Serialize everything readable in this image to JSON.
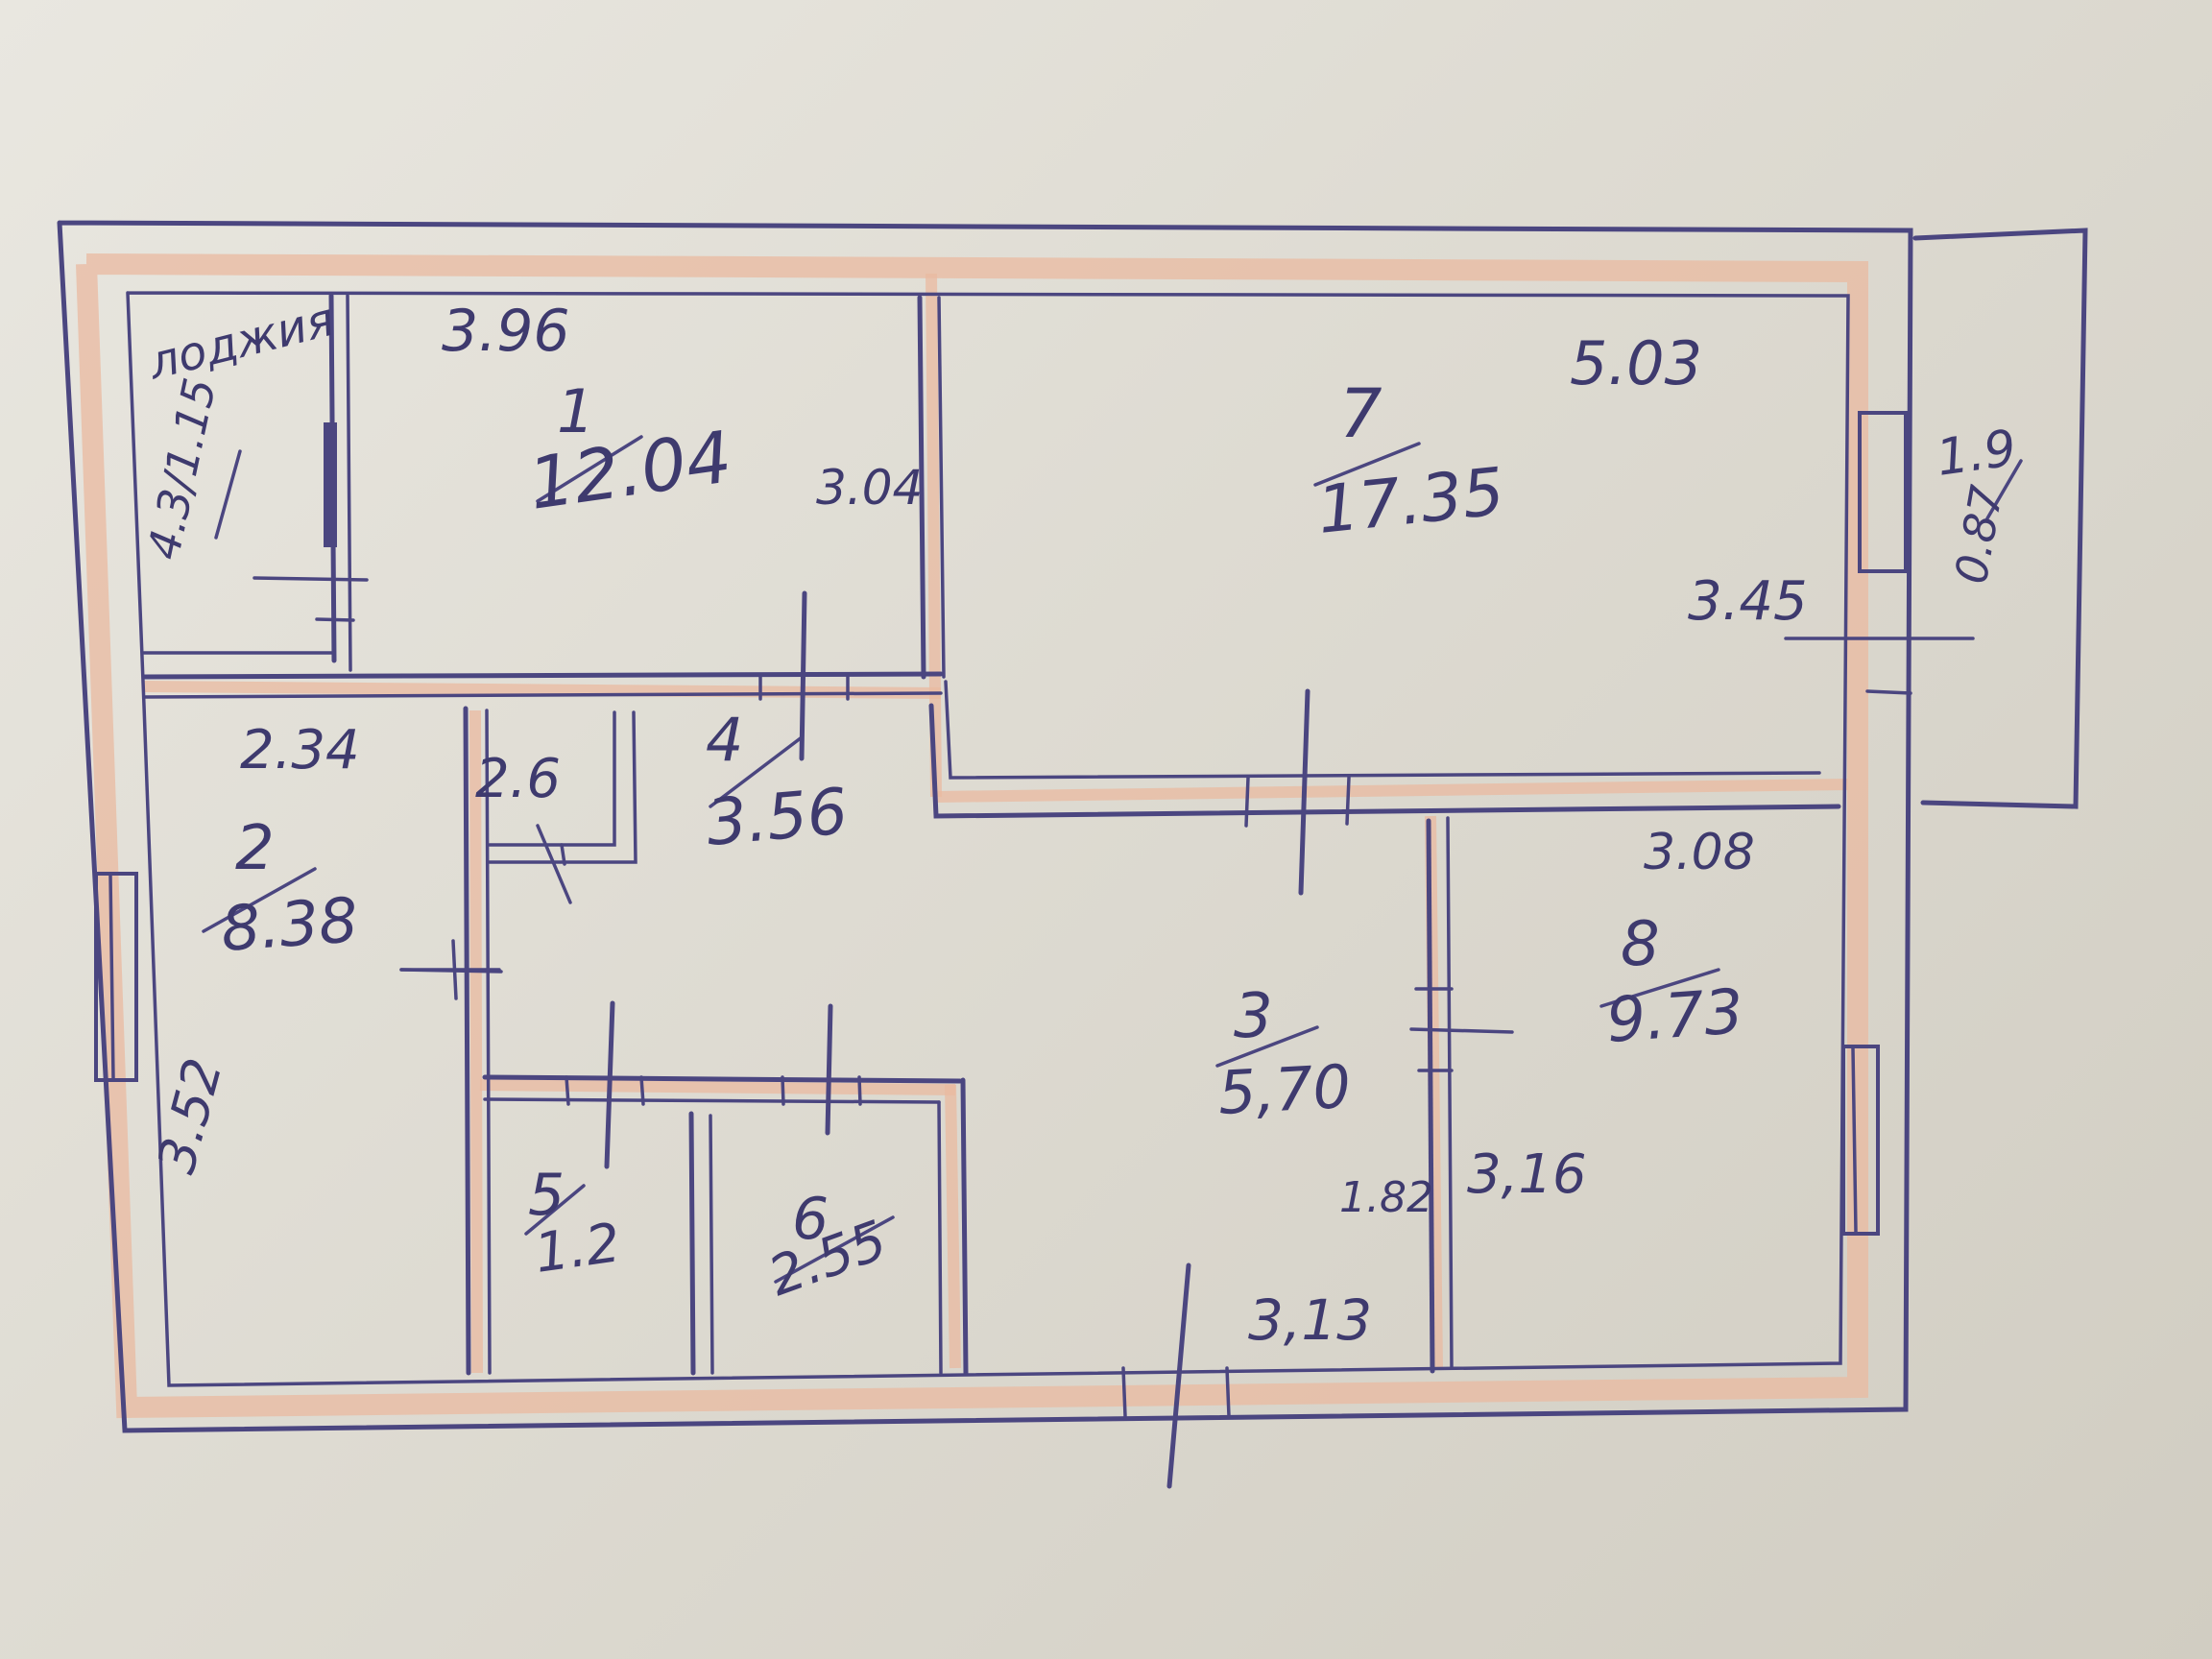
{
  "colors": {
    "ink": "#4b4680",
    "text": "#3e3a6e",
    "wall_tint": "#e9b9a0",
    "paper": "#e6e3dc"
  },
  "rooms": {
    "r1": {
      "num": "1",
      "area": "12.04"
    },
    "r2": {
      "num": "2",
      "area": "8.38"
    },
    "r3": {
      "num": "3",
      "area": "5,70"
    },
    "r4": {
      "num": "4",
      "area": "3.56"
    },
    "r5": {
      "num": "5",
      "area": "1.2"
    },
    "r6": {
      "num": "6",
      "area": "2.55"
    },
    "r7": {
      "num": "7",
      "area": "17.35"
    },
    "r8": {
      "num": "8",
      "area": "9.73"
    },
    "loggia": {
      "label": "лоджия",
      "frac": "4.3/1.15"
    },
    "balcony": {
      "frac_top": "1.9",
      "frac_bottom": "0.87"
    }
  },
  "dimensions": {
    "d396": "3.96",
    "d503": "5.03",
    "d304": "3.04",
    "d345": "3.45",
    "d234": "2.34",
    "d26": "2.6",
    "d308": "3.08",
    "d352": "3.52",
    "d182": "1.82",
    "d316": "3,16",
    "d313": "3,13"
  }
}
